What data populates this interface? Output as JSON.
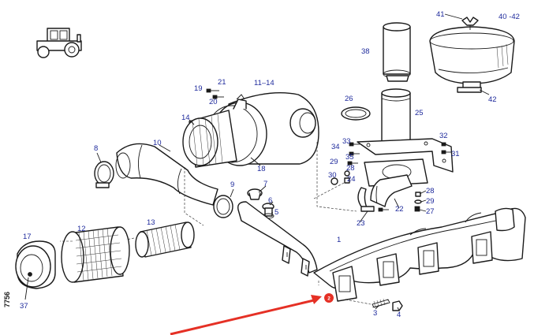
{
  "drawing_code": "7756",
  "marker": {
    "label": "2",
    "color": "#e53025"
  },
  "arrow_color": "#e53025",
  "callout_color": "#1e2a9c",
  "callouts": [
    {
      "id": "c41",
      "text": "41"
    },
    {
      "id": "c40_42",
      "text": "40 -42"
    },
    {
      "id": "c38",
      "text": "38"
    },
    {
      "id": "c42",
      "text": "42"
    },
    {
      "id": "c21",
      "text": "21"
    },
    {
      "id": "c19",
      "text": "19"
    },
    {
      "id": "c20",
      "text": "20"
    },
    {
      "id": "c11_14",
      "text": "11–14"
    },
    {
      "id": "c26",
      "text": "26"
    },
    {
      "id": "c25",
      "text": "25"
    },
    {
      "id": "c14",
      "text": "14"
    },
    {
      "id": "c8",
      "text": "8"
    },
    {
      "id": "c10",
      "text": "10"
    },
    {
      "id": "c18",
      "text": "18"
    },
    {
      "id": "c32",
      "text": "32"
    },
    {
      "id": "c33",
      "text": "33"
    },
    {
      "id": "c34",
      "text": "34"
    },
    {
      "id": "c35",
      "text": "35"
    },
    {
      "id": "c31",
      "text": "31"
    },
    {
      "id": "c29a",
      "text": "29"
    },
    {
      "id": "c28a",
      "text": "28"
    },
    {
      "id": "c30",
      "text": "30"
    },
    {
      "id": "c24",
      "text": "24"
    },
    {
      "id": "c9",
      "text": "9"
    },
    {
      "id": "c7",
      "text": "7"
    },
    {
      "id": "c6",
      "text": "6"
    },
    {
      "id": "c5",
      "text": "5"
    },
    {
      "id": "c28b",
      "text": "28"
    },
    {
      "id": "c29b",
      "text": "29"
    },
    {
      "id": "c27",
      "text": "27"
    },
    {
      "id": "c22",
      "text": "22"
    },
    {
      "id": "c23",
      "text": "23"
    },
    {
      "id": "c13",
      "text": "13"
    },
    {
      "id": "c17",
      "text": "17"
    },
    {
      "id": "c12",
      "text": "12"
    },
    {
      "id": "c1",
      "text": "1"
    },
    {
      "id": "c37",
      "text": "37"
    },
    {
      "id": "c3",
      "text": "3"
    },
    {
      "id": "c4",
      "text": "4"
    }
  ]
}
